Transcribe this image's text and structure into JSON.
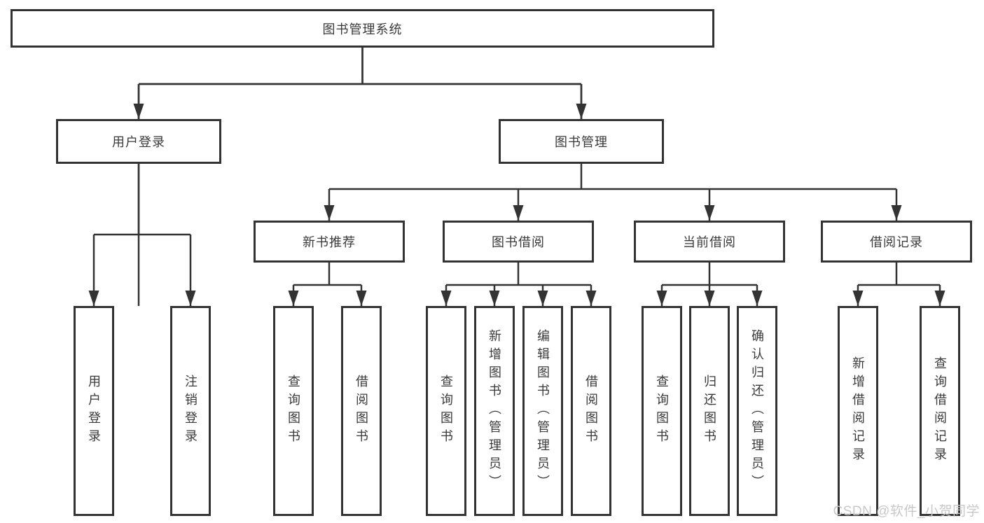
{
  "title": "图书管理系统",
  "level2": [
    {
      "label": "用户登录"
    },
    {
      "label": "图书管理"
    }
  ],
  "level3": [
    {
      "label": "新书推荐"
    },
    {
      "label": "图书借阅"
    },
    {
      "label": "当前借阅"
    },
    {
      "label": "借阅记录"
    }
  ],
  "leaves": [
    {
      "label": "用户登录"
    },
    {
      "label": "注销登录"
    },
    {
      "label": "查询图书"
    },
    {
      "label": "借阅图书"
    },
    {
      "label": "查询图书"
    },
    {
      "label": "新增图书（管理员）"
    },
    {
      "label": "编辑图书（管理员）"
    },
    {
      "label": "借阅图书"
    },
    {
      "label": "查询图书"
    },
    {
      "label": "归还图书"
    },
    {
      "label": "确认归还（管理员）"
    },
    {
      "label": "新增借阅记录"
    },
    {
      "label": "查询借阅记录"
    }
  ],
  "watermark": "CSDN @软件_小贺同学",
  "colors": {
    "line": "#333333",
    "box_border": "#333333",
    "box_fill": "#ffffff",
    "text": "#3a3a3a",
    "watermark": "#c8c8c8"
  }
}
